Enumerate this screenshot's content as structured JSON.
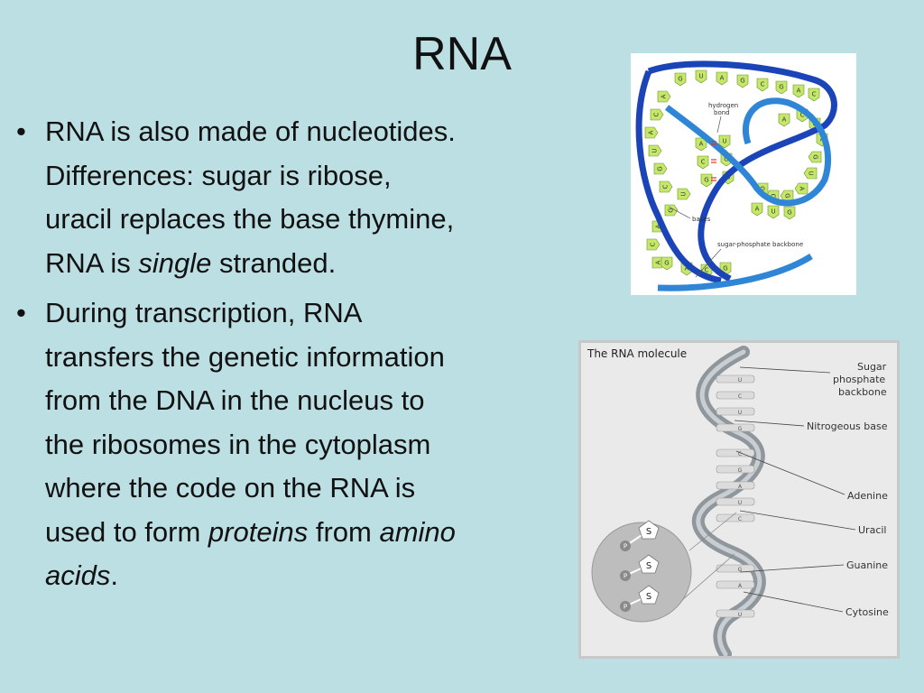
{
  "slide": {
    "title": "RNA",
    "bullets": [
      {
        "line1": "RNA is also made of nucleotides.",
        "line2": "Differences: sugar is ribose,",
        "line3": "uracil replaces the base thymine,",
        "line4_a": "RNA is ",
        "line4_em": "single",
        "line4_b": " stranded."
      },
      {
        "line1": "During transcription, RNA",
        "line2": "transfers the genetic information",
        "line3": "from the DNA in the nucleus to",
        "line4": "the ribosomes in the cytoplasm",
        "line5": "where the code on the RNA is",
        "line6_a": "used to form ",
        "line6_em": "proteins",
        "line6_b": " from ",
        "line6_em2": "amino",
        "line7_em": "acids",
        "line7_b": "."
      }
    ],
    "bullet_symbol": "•"
  },
  "figure_strand": {
    "labels": {
      "hydrogen_bond_1": "hydrogen",
      "hydrogen_bond_2": "bond",
      "bases": "bases",
      "backbone": "sugar-phosphate backbone"
    },
    "outer_bases": [
      "G",
      "U",
      "A",
      "G",
      "C",
      "G",
      "A",
      "C"
    ],
    "left_bases": [
      "A",
      "C",
      "A",
      "U",
      "G",
      "C"
    ],
    "middle_left": [
      "A",
      "C",
      "G"
    ],
    "middle_right": [
      "U",
      "G",
      "U"
    ],
    "lower_left": [
      "U",
      "G",
      "A",
      "C",
      "A"
    ],
    "bottom_bases": [
      "G",
      "A",
      "C",
      "G"
    ],
    "right_top": [
      "A",
      "C",
      "U",
      "A"
    ],
    "right_side": [
      "G",
      "U",
      "A",
      "G",
      "C",
      "G"
    ],
    "right_lower": [
      "A",
      "U",
      "G"
    ],
    "colors": {
      "backbone_blue": "#1b44b8",
      "backbone_light": "#2f86d6",
      "base_green": "#c6e86a",
      "bond_red": "#e0322c"
    }
  },
  "figure_molecule": {
    "title": "The RNA molecule",
    "labels": {
      "sugar_1": "Sugar",
      "sugar_2": "phosphate",
      "sugar_3": "backbone",
      "nitrogeous": "Nitrogeous base",
      "adenine": "Adenine",
      "uracil": "Uracil",
      "guanine": "Guanine",
      "cytosine": "Cytosine"
    },
    "inset_sugar": "S",
    "inset_phosphate": "P",
    "helix_bases": [
      "U",
      "C",
      "U",
      "G",
      "C",
      "G",
      "A",
      "U",
      "C",
      "G",
      "A",
      "U"
    ]
  }
}
